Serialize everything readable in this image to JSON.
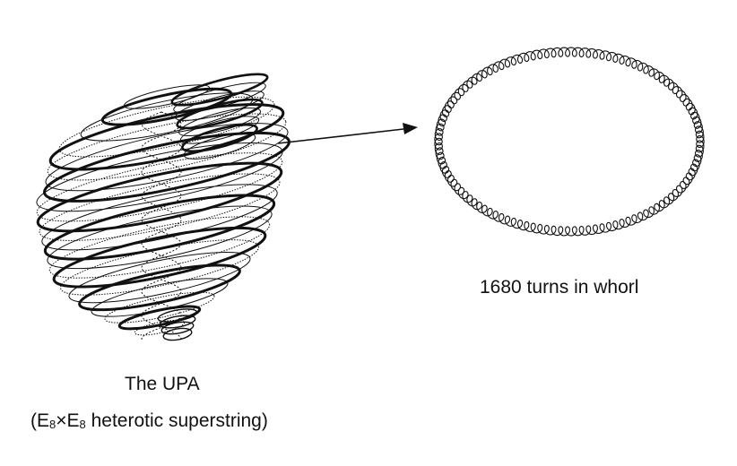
{
  "labels": {
    "whorl_caption": "1680 turns in whorl",
    "upa_caption": "The UPA",
    "upa_subcaption": {
      "open_paren": "(",
      "e1": "E",
      "sub1": "8",
      "times": "×E",
      "sub2": "8",
      "rest": " heterotic superstring)"
    }
  },
  "colors": {
    "ink": "#111111",
    "background": "#ffffff"
  }
}
